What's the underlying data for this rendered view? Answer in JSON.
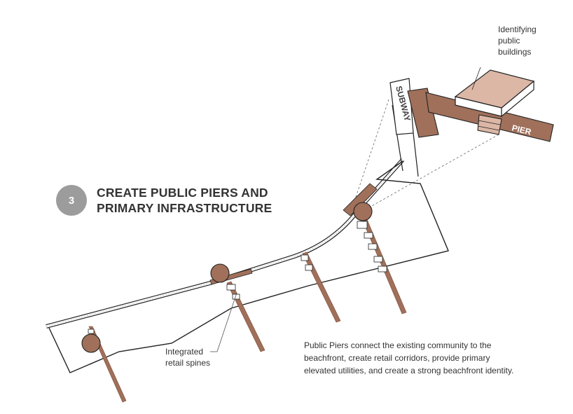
{
  "step": {
    "number": "3"
  },
  "title": {
    "line1": "CREATE PUBLIC PIERS AND",
    "line2": "PRIMARY INFRASTRUCTURE"
  },
  "labels": {
    "buildings": [
      "Identifying",
      "public",
      "buildings"
    ],
    "retail": [
      "Integrated",
      "retail spines"
    ],
    "subway": "SUBWAY",
    "pier": "PIER"
  },
  "description": [
    "Public Piers connect the existing community to the",
    "beachfront, create retail corridors, provide primary",
    "elevated utilities, and create a strong beachfront identity."
  ],
  "colors": {
    "pier": "#a0705a",
    "pier_dark": "#7a4a36",
    "building_roof": "#dcb7a6",
    "badge": "#9c9c9c",
    "line": "#222222"
  }
}
